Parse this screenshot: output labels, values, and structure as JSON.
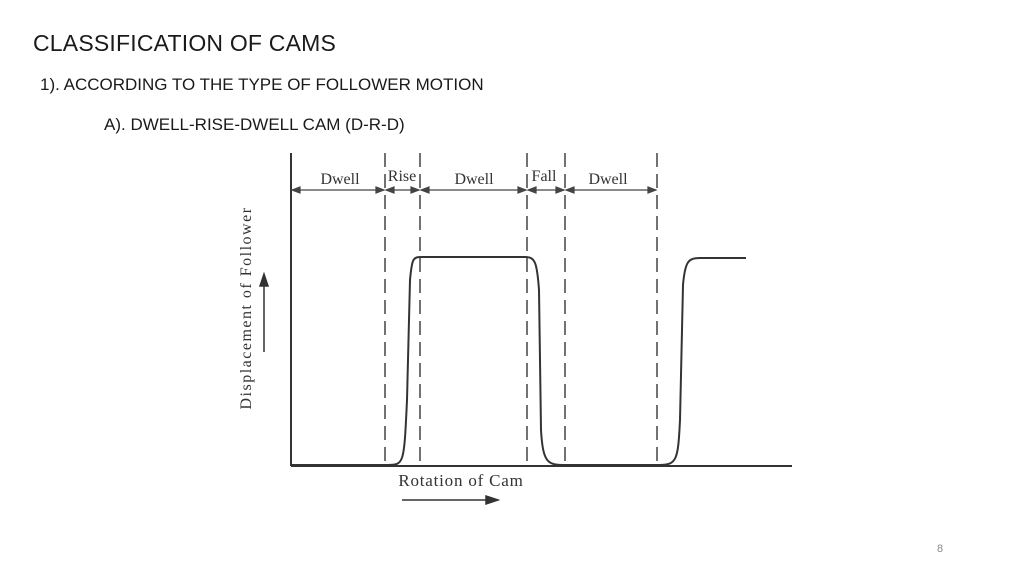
{
  "slide": {
    "title": "CLASSIFICATION OF CAMS",
    "subtitle": "1). ACCORDING TO THE TYPE OF FOLLOWER MOTION",
    "subsubtitle": "A). DWELL-RISE-DWELL CAM (D-R-D)",
    "page_number": "8"
  },
  "diagram": {
    "segments": [
      {
        "label": "Dwell"
      },
      {
        "label": "Rise"
      },
      {
        "label": "Dwell"
      },
      {
        "label": "Fall"
      },
      {
        "label": "Dwell"
      }
    ],
    "y_axis_label": "Displacement of Follower",
    "x_axis_label": "Rotation of Cam",
    "line_color": "#333333"
  }
}
